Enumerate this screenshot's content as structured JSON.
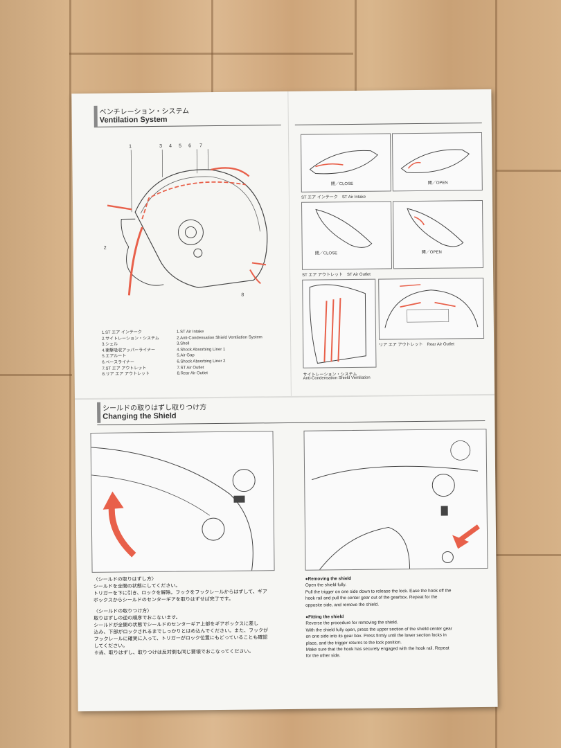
{
  "ventilation": {
    "title_jp": "ベンチレーション・システム",
    "title_en": "Ventilation System",
    "callouts": [
      "1",
      "2",
      "3",
      "4",
      "5",
      "6",
      "7",
      "8"
    ],
    "legend_jp": [
      "1.ST エア インテーク",
      "2.サイトレーション・システム",
      "3.シェル",
      "4.衝撃吸収アッパーライナー",
      "5.エアルート",
      "6.ベースライナー",
      "7.ST エア アウトレット",
      "8.リア エア アウトレット"
    ],
    "legend_en": [
      "1.ST Air Intake",
      "2.Anti-Condensation Shield Ventilation System",
      "3.Shell",
      "4.Shock Absorbing Liner 1",
      "5.Air Gap",
      "6.Shock Absorbing Liner 2",
      "7.ST Air Outlet",
      "8.Rear Air Outlet"
    ],
    "intake_close": "閉／CLOSE",
    "intake_open": "開／OPEN",
    "intake_caption": "ST エア インテーク　ST Air Intake",
    "outlet_close": "閉／CLOSE",
    "outlet_open": "開／OPEN",
    "outlet_caption": "ST エア アウトレット　ST Air Outlet",
    "rear_caption": "リア エア アウトレット　Rear Air Outlet",
    "anti_caption_jp": "サイトレーション・システム",
    "anti_caption_en": "Anti-Condensation Shield Ventilation"
  },
  "shield": {
    "title_jp": "シールドの取りはずし取りつけ方",
    "title_en": "Changing the Shield",
    "jp_lines": [
      "〈シールドの取りはずし方〉",
      "シールドを全開の状態にしてください。",
      "トリガーを下に引き、ロックを解除。フックをフックレールからはずして、ギア",
      "ボックスからシールドのセンターギアを取りはずせば完了です。",
      "",
      "〈シールドの取りつけ方〉",
      "取りはずしの逆の順序でおこないます。",
      "シールドが全開の状態でシールドのセンターギア上部をギアボックスに差し",
      "込み、下部がロックされるまでしっかりとはめ込んでください。また、フックが",
      "フックレールに確実に入って、トリガーがロック位置にもどっていることも確認",
      "してください。",
      "※尚、取りはずし、取りつけは反対側も同じ要領でおこなってください。"
    ],
    "removing_heading": "●Removing the shield",
    "removing_lines": [
      "Open the shield fully.",
      "Pull the trigger on one side down to release the lock. Ease the hook off the",
      "hook rail and pull the center gear out of the gearbox. Repeat for the",
      "opposite side, and remove the shield."
    ],
    "fitting_heading": "●Fitting the shield",
    "fitting_lines": [
      "Reverse the procedure for removing the shield.",
      "With the shield fully open, press the upper section of the shield center gear",
      "on one side into its gear box. Press firmly until the lower section locks in",
      "place, and the trigger returns to the lock position.",
      "Make sure that the hook has securely engaged with the hook rail. Repeat",
      "for the other side."
    ]
  },
  "colors": {
    "accent_red": "#e8604a",
    "paper": "#f6f6f3",
    "wood": "#d4b086"
  },
  "icons": [
    "helmet-diagram",
    "arrow-icon"
  ]
}
